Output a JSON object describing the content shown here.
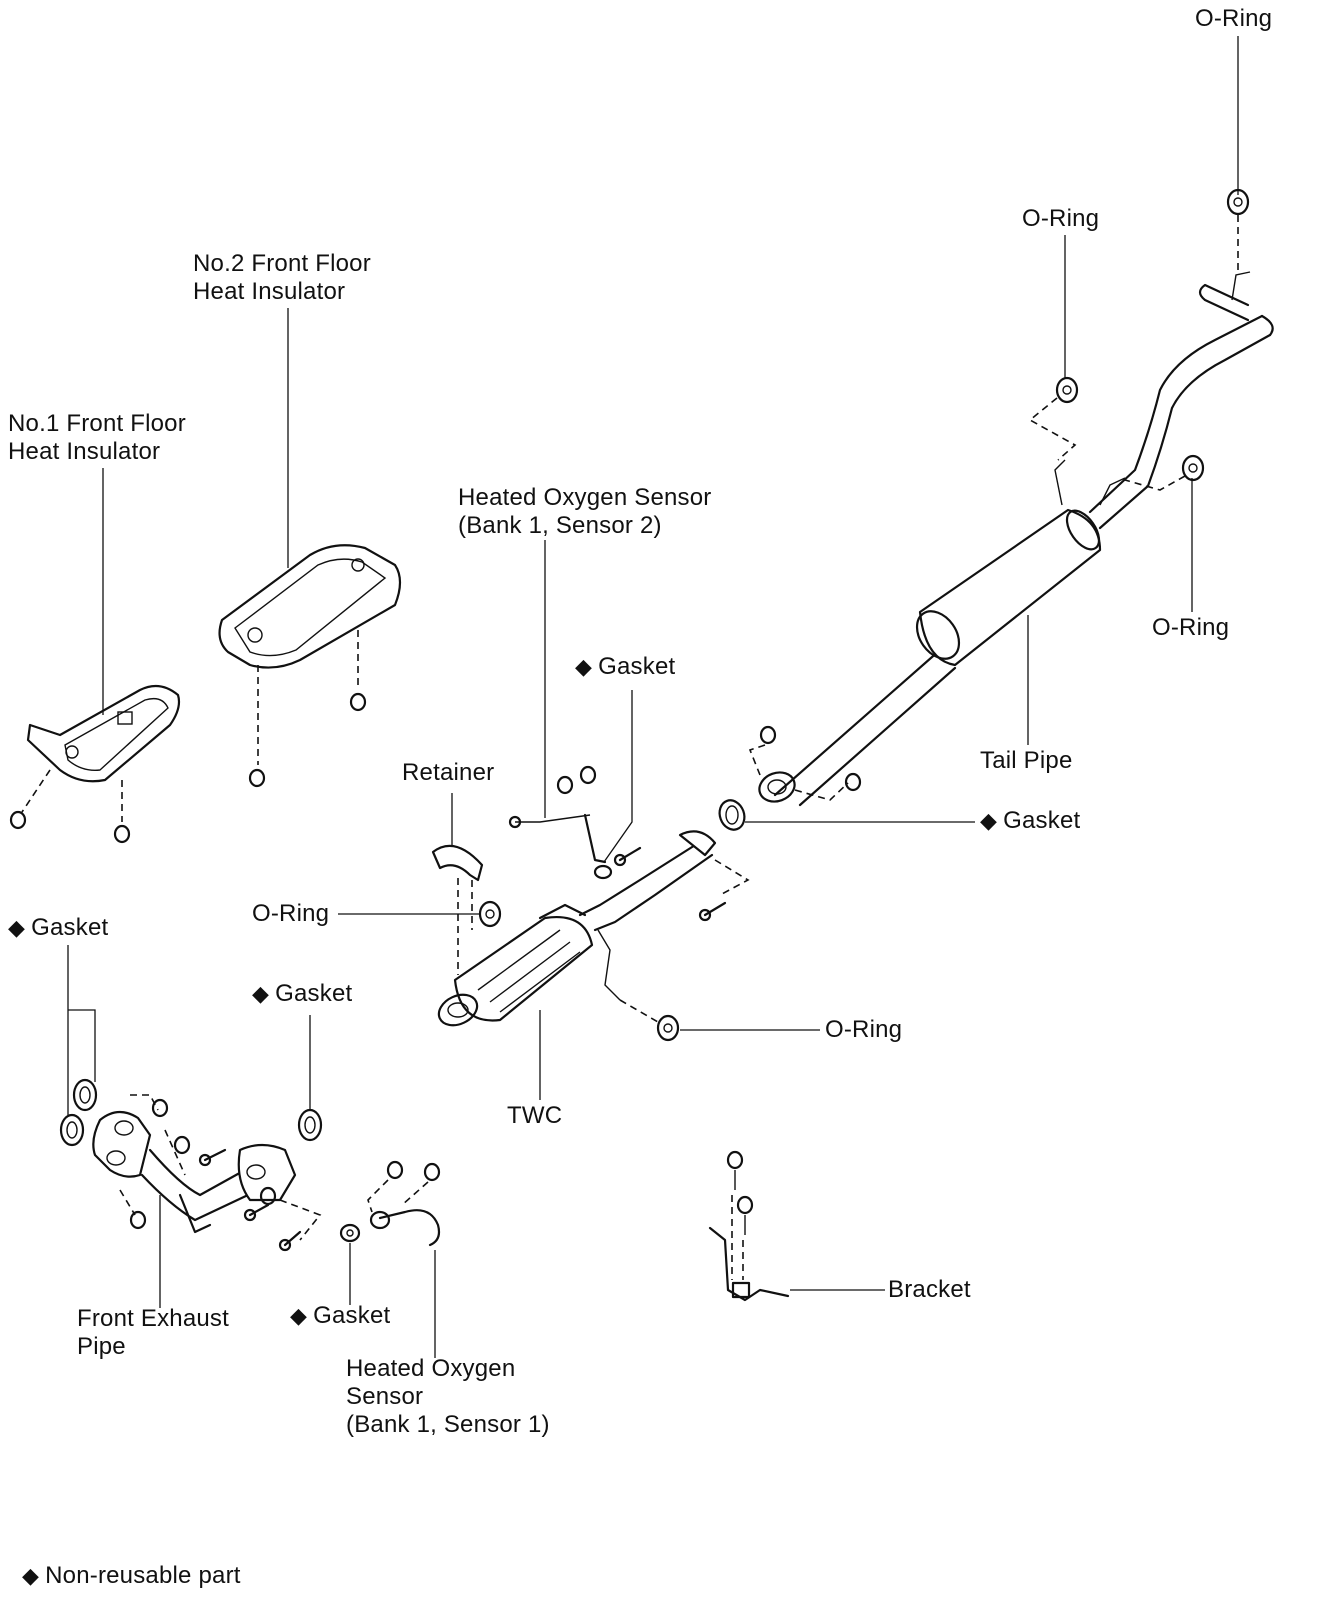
{
  "labels": {
    "o_ring_top": "O-Ring",
    "o_ring_upper": "O-Ring",
    "no2_insulator_line1": "No.2 Front Floor",
    "no2_insulator_line2": "Heat Insulator",
    "no1_insulator_line1": "No.1 Front Floor",
    "no1_insulator_line2": "Heat Insulator",
    "ho2s_s2_line1": "Heated Oxygen Sensor",
    "ho2s_s2_line2": "(Bank 1, Sensor 2)",
    "o_ring_right": "O-Ring",
    "gasket_mid": "Gasket",
    "tail_pipe": "Tail Pipe",
    "retainer": "Retainer",
    "gasket_right": "Gasket",
    "o_ring_left": "O-Ring",
    "gasket_left": "Gasket",
    "gasket_center": "Gasket",
    "o_ring_lower": "O-Ring",
    "twc": "TWC",
    "bracket": "Bracket",
    "front_exhaust_line1": "Front Exhaust",
    "front_exhaust_line2": "Pipe",
    "gasket_bottom": "Gasket",
    "ho2s_s1_line1": "Heated Oxygen",
    "ho2s_s1_line2": "Sensor",
    "ho2s_s1_line3": "(Bank 1, Sensor 1)",
    "legend": "Non-reusable part"
  },
  "symbols": {
    "non_reusable": "◆"
  }
}
